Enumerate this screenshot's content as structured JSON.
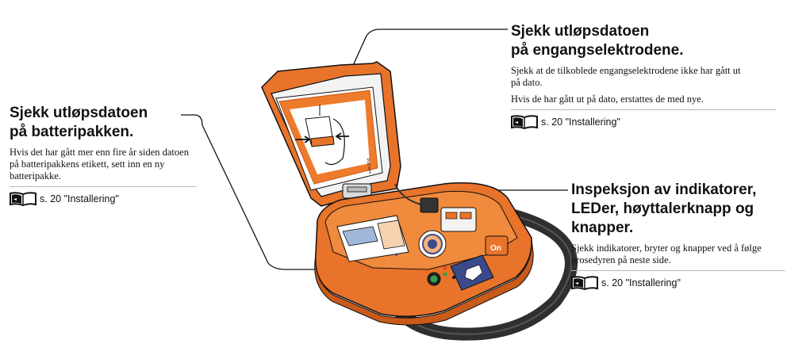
{
  "battery": {
    "heading_line1": "Sjekk utløpsdatoen",
    "heading_line2": "på batteripakken.",
    "body": "Hvis det har gått mer enn fire år siden datoen på batteripakkens etikett, sett inn en ny batteripakke.",
    "ref": "s. 20 \"Installering\""
  },
  "electrodes": {
    "heading_line1": "Sjekk utløpsdatoen",
    "heading_line2": "på engangselektrodene.",
    "body1": "Sjekk at de tilkoblede engangselektrodene ikke har gått ut på dato.",
    "body2": "Hvis de har gått ut på dato, erstattes de med nye.",
    "ref": "s. 20 \"Installering\""
  },
  "indicators": {
    "heading_line1": "Inspeksjon av indikatorer,",
    "heading_line2": "LEDer, høyttalerknapp og",
    "heading_line3": "knapper.",
    "body": "Sjekk indikatorer, bryter og knapper ved å følge prosedyren på neste side.",
    "ref": "s. 20 \"Installering\""
  },
  "device": {
    "lid_label": "Pull here",
    "on_label": "On",
    "colors": {
      "orange": "#e8732a",
      "dark_orange": "#c85a1a",
      "navy": "#3a4a8a",
      "strap": "#333333"
    }
  },
  "icons": [
    "book-icon"
  ]
}
